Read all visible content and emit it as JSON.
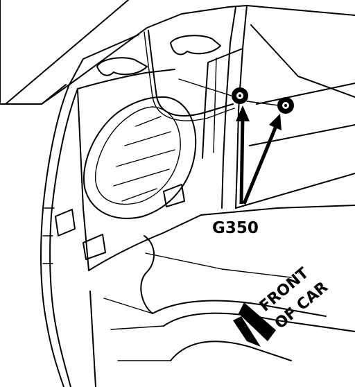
{
  "callout": {
    "text": "G350"
  },
  "direction": {
    "line1": "FRONT",
    "line2": "OF CAR"
  },
  "colors": {
    "ink": "#000000",
    "background": "#ffffff"
  },
  "icons": {
    "ground_terminal": "ring-terminal-icon",
    "direction_arrow": "arrow-down-left-icon"
  }
}
